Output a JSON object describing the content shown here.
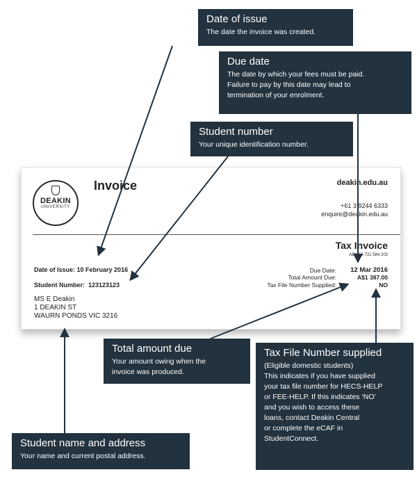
{
  "invoice": {
    "title": "Invoice",
    "logo_name": "DEAKIN",
    "logo_sub": "UNIVERSITY",
    "website": "deakin.edu.au",
    "phone": "+61 3 9244 6333",
    "email": "enquire@deakin.edu.au",
    "tax_title": "Tax Invoice",
    "abn": "ABN 56 721 584 203",
    "date_of_issue_label": "Date of Issue:",
    "date_of_issue_value": "10  February 2016",
    "student_number_label": "Student Number:",
    "student_number_value": "123123123",
    "due_date_label": "Due Date:",
    "due_date_value": "12 Mar 2016",
    "total_label": "Total Amount Due:",
    "total_value": "A$1 387.00",
    "tfn_label": "Tax File Number Supplied:",
    "tfn_value": "NO",
    "address": [
      "MS E Deakin",
      "1 DEAKIN ST",
      "WAURN PONDS VIC 3216"
    ]
  },
  "callouts": {
    "date_of_issue": {
      "title": "Date of issue",
      "desc": "The date the invoice was created."
    },
    "due_date": {
      "title": "Due date",
      "desc": [
        "The date by which your fees must be paid.",
        "Failure to pay by this date may lead to",
        "termination of your enrolment."
      ]
    },
    "student_number": {
      "title": "Student number",
      "desc": "Your unique identification number."
    },
    "total_amount_due": {
      "title": "Total amount due",
      "desc": [
        "Your amount owing when the",
        "invoice was produced."
      ]
    },
    "tfn_supplied": {
      "title": "Tax File Number supplied",
      "desc": [
        "(Eligible domestic students)",
        "This indicates if you have supplied",
        "your tax file number for HECS-HELP",
        "or FEE-HELP. If this indicates ‘NO’",
        "and you wish to access these",
        "loans, contact Deakin Central",
        "or complete the eCAF in",
        "StudentConnect."
      ]
    },
    "student_name_address": {
      "title": "Student name and address",
      "desc": "Your name and current postal address."
    }
  },
  "colors": {
    "callout_bg": "#22323e",
    "arrow": "#22323e"
  }
}
